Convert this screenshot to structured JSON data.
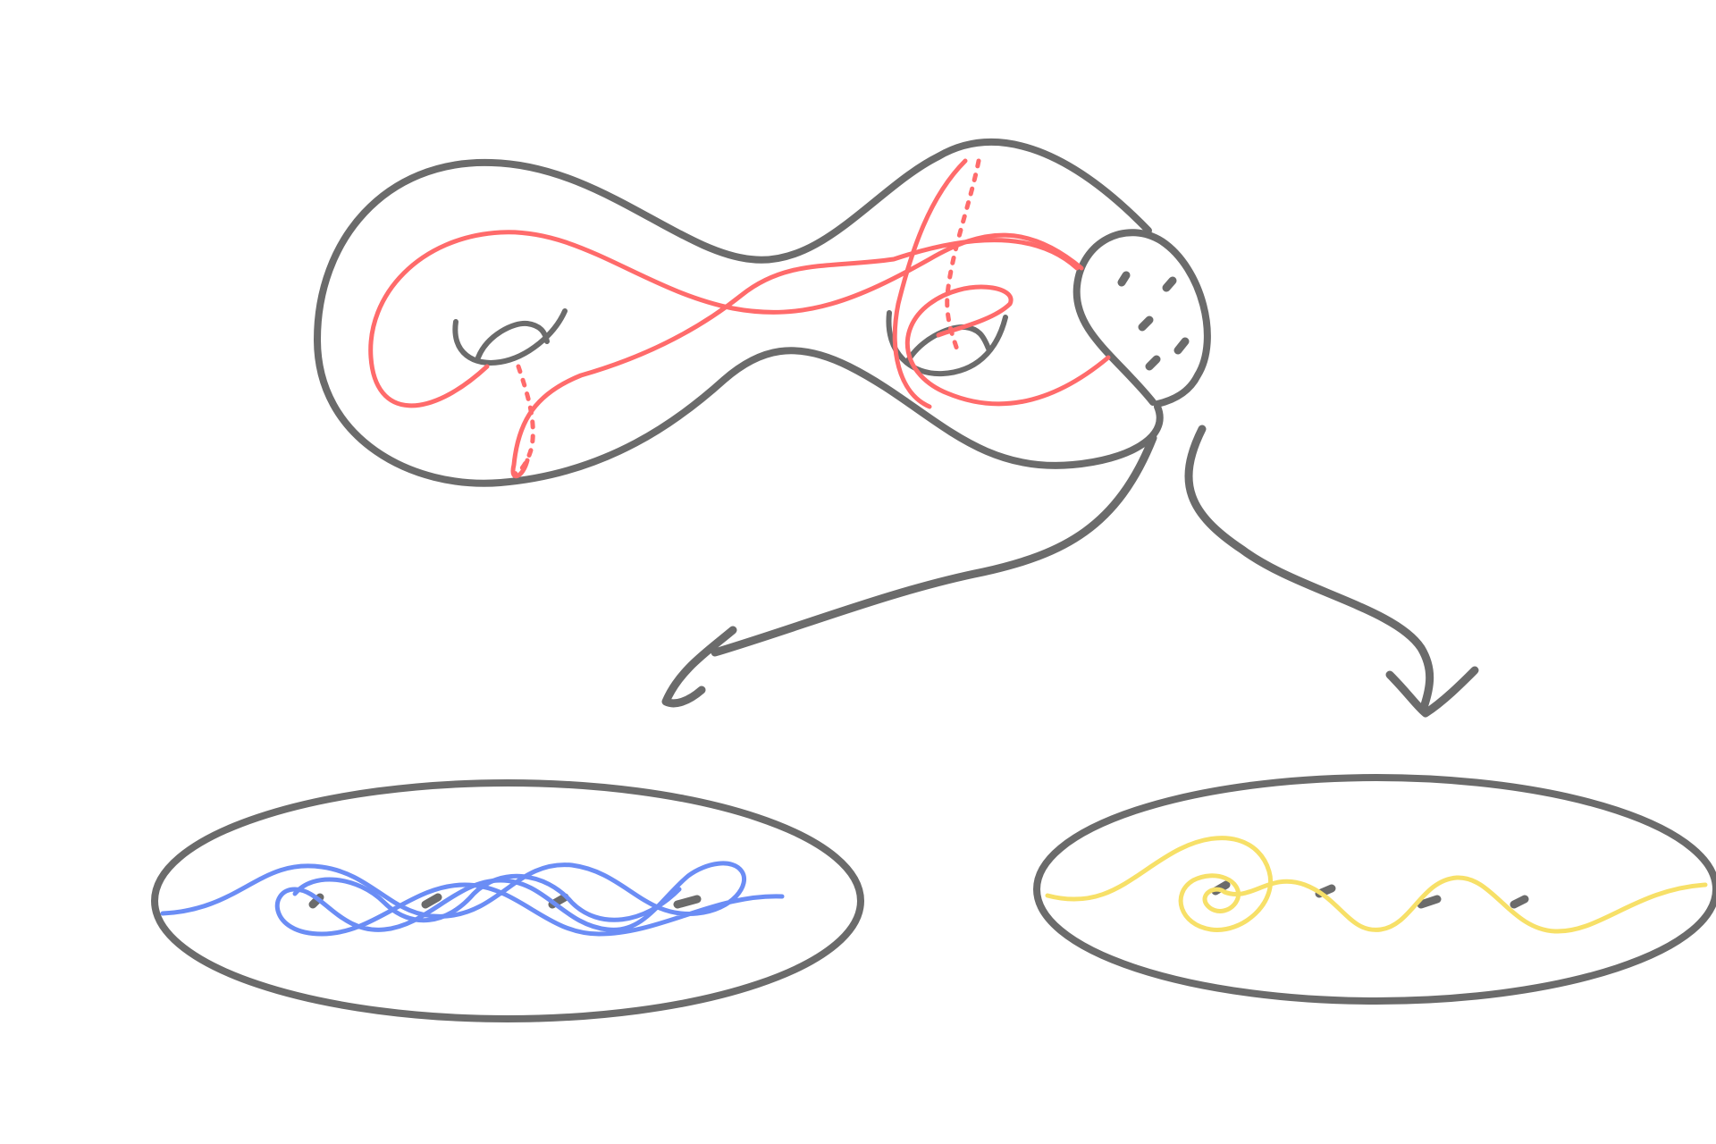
{
  "diagram": {
    "description_visible_text": [],
    "colors": {
      "outline": "#6b6b6b",
      "curve_top": "#ff6b6b",
      "curve_left": "#6b8df5",
      "curve_right": "#f7e068",
      "background": "#ffffff"
    },
    "parts": [
      {
        "id": "surface",
        "kind": "genus-two surface with boundary disk"
      },
      {
        "id": "arrow-left",
        "kind": "arrow"
      },
      {
        "id": "arrow-right",
        "kind": "arrow"
      },
      {
        "id": "disk-left",
        "kind": "punctured disk",
        "punctures": 4
      },
      {
        "id": "disk-right",
        "kind": "punctured disk",
        "punctures": 4
      }
    ]
  }
}
